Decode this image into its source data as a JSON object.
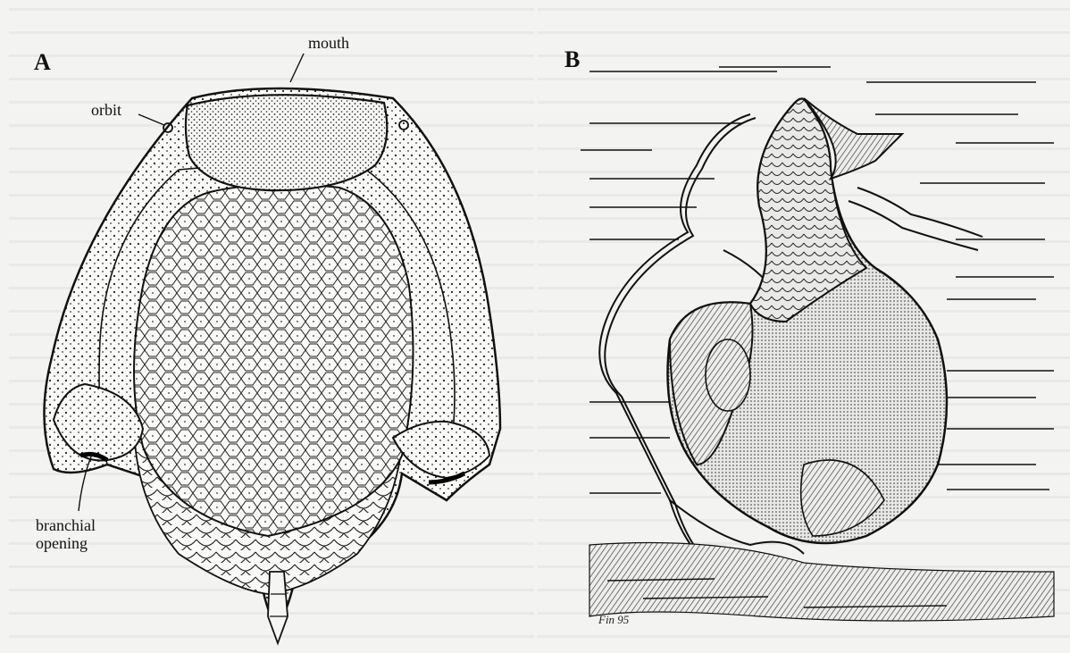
{
  "figure": {
    "panel_a": {
      "letter": "A",
      "labels": {
        "mouth": "mouth",
        "orbit": "orbit",
        "branchial_line1": "branchial",
        "branchial_line2": "opening"
      }
    },
    "panel_b": {
      "letter": "B",
      "signature": "Fin 95"
    }
  }
}
